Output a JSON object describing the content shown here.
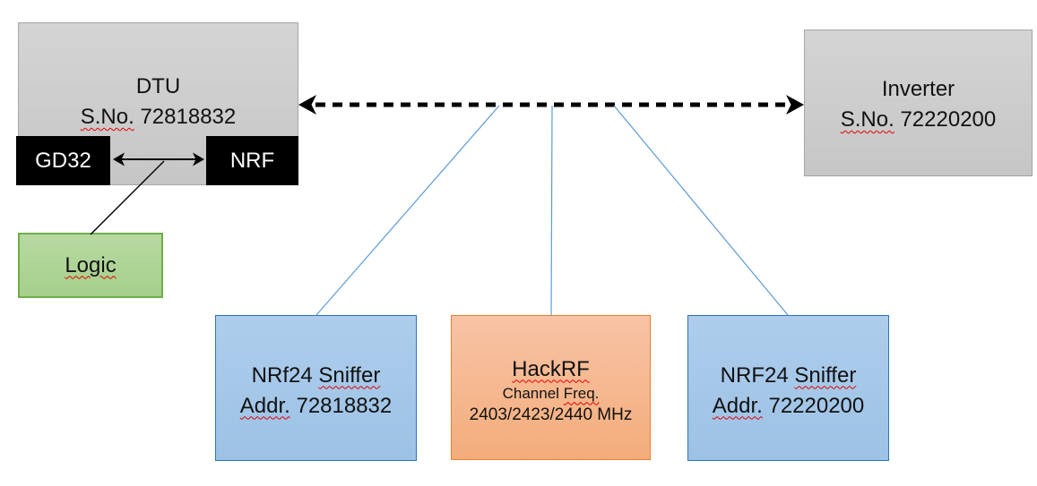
{
  "colors": {
    "box_gray_fill": "#c9c9c9",
    "box_gray_border": "#a6a6a6",
    "box_black_fill": "#000000",
    "box_green_fill": "#a9d18e",
    "box_green_border": "#70ad47",
    "box_blue_fill": "#9dc3e6",
    "box_blue_border": "#2e75b6",
    "box_orange_fill": "#f4b183",
    "box_orange_border": "#ed7d31",
    "connector_blue": "#5b9bd5",
    "connector_black": "#000000",
    "spellcheck": "#e50000",
    "text": "#111111"
  },
  "nodes": {
    "dtu": {
      "title": "DTU",
      "serial_prefix": "S.No.",
      "serial_number": "72818832"
    },
    "gd32": {
      "label": "GD32"
    },
    "nrf": {
      "label": "NRF"
    },
    "logic": {
      "label": "Logic"
    },
    "inverter": {
      "title": "Inverter",
      "serial_prefix": "S.No.",
      "serial_number": "72220200"
    },
    "sniffer_left": {
      "device": "NRf24",
      "role": "Sniffer",
      "addr_prefix": "Addr.",
      "addr_number": "72818832"
    },
    "hackrf": {
      "title": "HackRF",
      "subtitle_word1": "Channel",
      "subtitle_word2": "Freq.",
      "frequencies": "2403/2423/2440 MHz"
    },
    "sniffer_right": {
      "device": "NRF24",
      "role": "Sniffer",
      "addr_prefix": "Addr.",
      "addr_number": "72220200"
    }
  }
}
